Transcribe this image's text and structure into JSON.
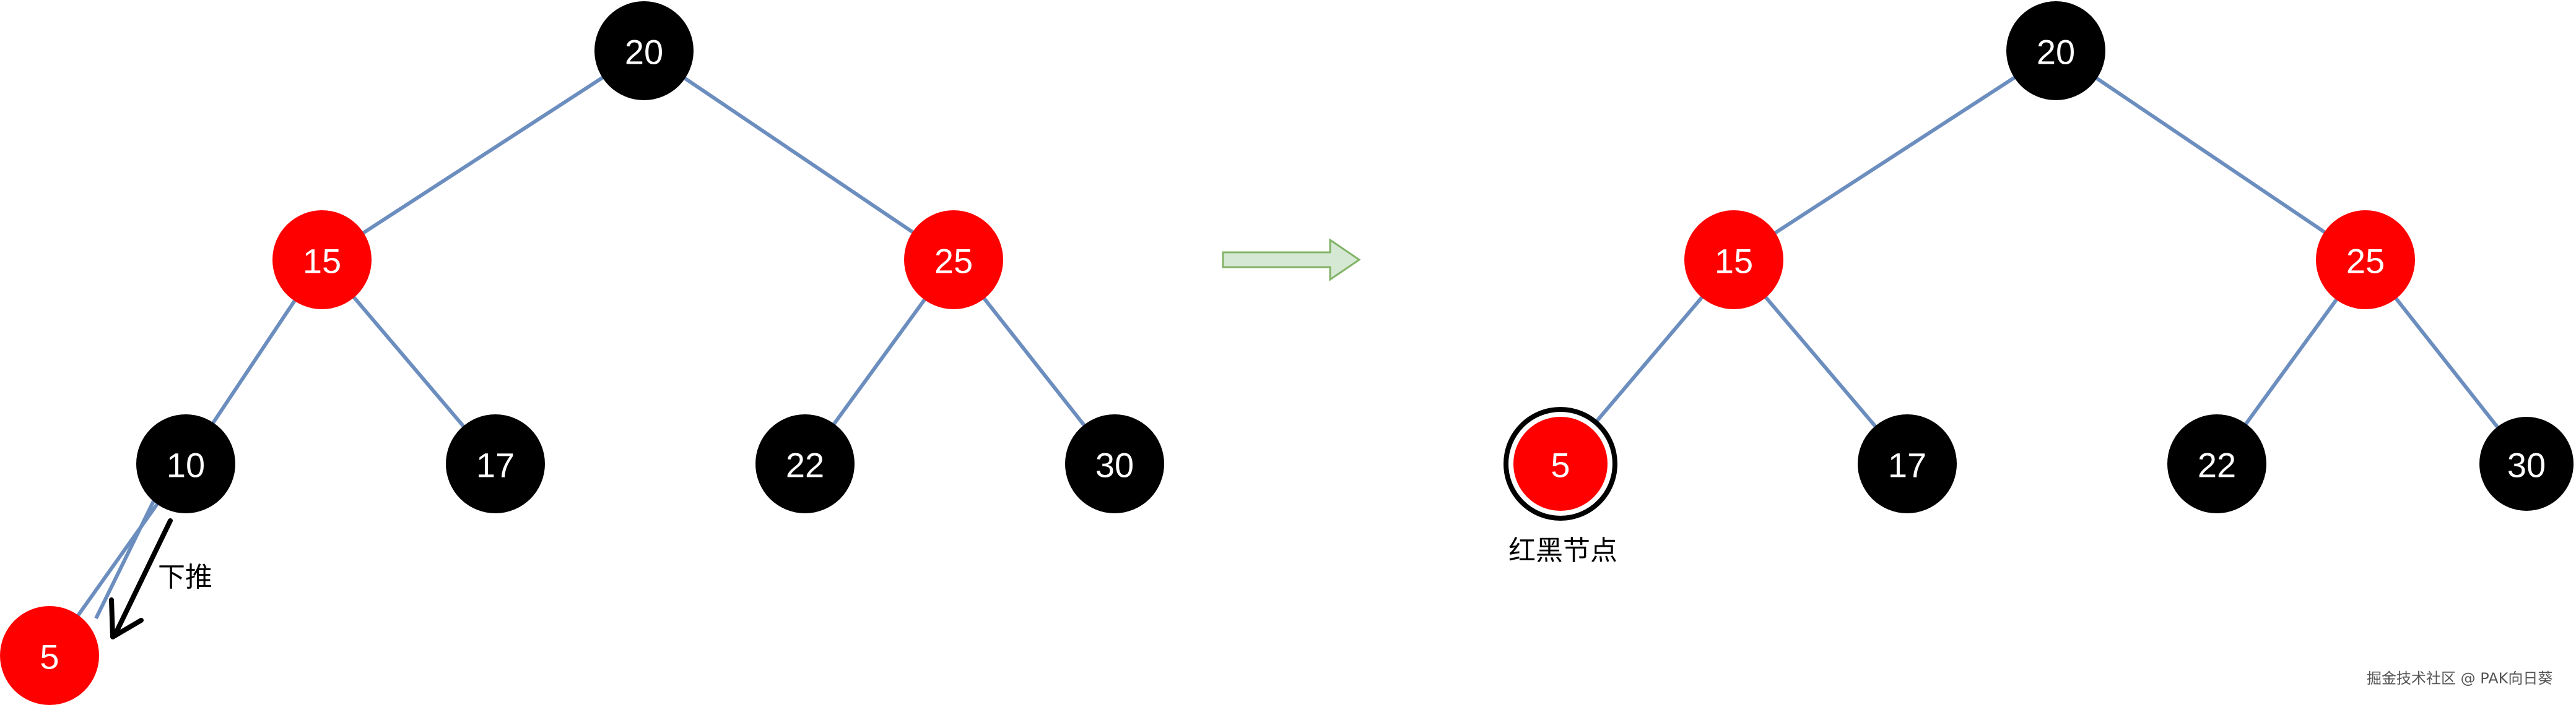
{
  "colors": {
    "red": "#ff0000",
    "black": "#000000",
    "edge": "#6c8ebf",
    "arrow_fill": "#d5e8d4",
    "arrow_stroke": "#82b366"
  },
  "left_tree": {
    "nodes": [
      {
        "id": "20",
        "label": "20",
        "color": "black"
      },
      {
        "id": "15",
        "label": "15",
        "color": "red"
      },
      {
        "id": "25",
        "label": "25",
        "color": "red"
      },
      {
        "id": "10",
        "label": "10",
        "color": "black"
      },
      {
        "id": "17",
        "label": "17",
        "color": "black"
      },
      {
        "id": "22",
        "label": "22",
        "color": "black"
      },
      {
        "id": "30",
        "label": "30",
        "color": "black"
      },
      {
        "id": "5",
        "label": "5",
        "color": "red"
      }
    ],
    "edges": [
      [
        "20",
        "15"
      ],
      [
        "20",
        "25"
      ],
      [
        "15",
        "10"
      ],
      [
        "15",
        "17"
      ],
      [
        "25",
        "22"
      ],
      [
        "25",
        "30"
      ],
      [
        "10",
        "5"
      ]
    ],
    "push_down_label": "下推"
  },
  "right_tree": {
    "nodes": [
      {
        "id": "20",
        "label": "20",
        "color": "black"
      },
      {
        "id": "15",
        "label": "15",
        "color": "red"
      },
      {
        "id": "25",
        "label": "25",
        "color": "red"
      },
      {
        "id": "5",
        "label": "5",
        "color": "red-black"
      },
      {
        "id": "17",
        "label": "17",
        "color": "black"
      },
      {
        "id": "22",
        "label": "22",
        "color": "black"
      },
      {
        "id": "30",
        "label": "30",
        "color": "black"
      }
    ],
    "edges": [
      [
        "20",
        "15"
      ],
      [
        "20",
        "25"
      ],
      [
        "15",
        "5"
      ],
      [
        "15",
        "17"
      ],
      [
        "25",
        "22"
      ],
      [
        "25",
        "30"
      ]
    ],
    "red_black_label": "红黑节点"
  },
  "watermark": "掘金技术社区 @ PAK向日葵"
}
